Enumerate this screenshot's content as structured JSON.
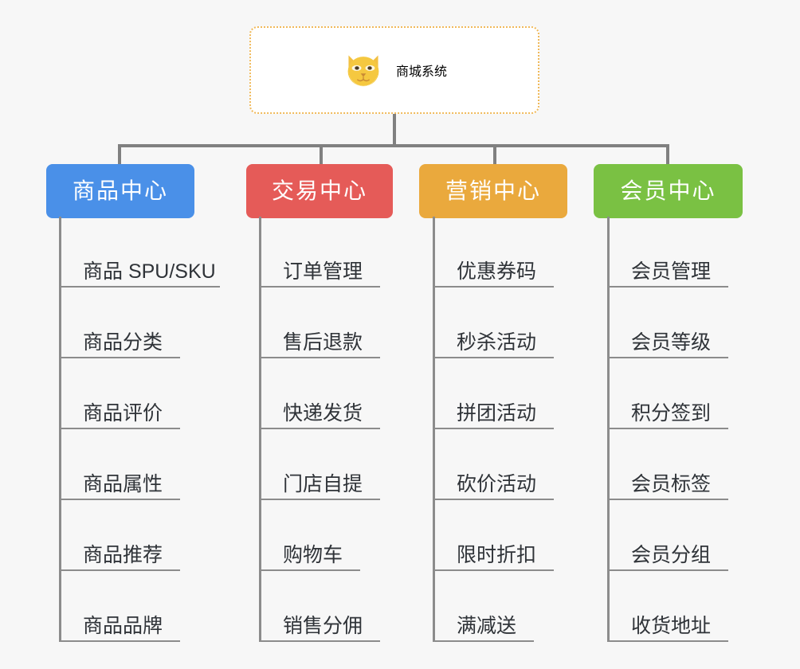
{
  "root": {
    "title": "商城系统",
    "icon": "shiba-dog-icon",
    "border_color": "#f0b95a",
    "text_color": "#f3b63f",
    "background": "#ffffff"
  },
  "canvas": {
    "background": "#f7f7f7",
    "connector_color": "#808080"
  },
  "branches": [
    {
      "label": "商品中心",
      "color": "#4a90e8",
      "leaves": [
        "商品 SPU/SKU",
        "商品分类",
        "商品评价",
        "商品属性",
        "商品推荐",
        "商品品牌"
      ]
    },
    {
      "label": "交易中心",
      "color": "#e55b58",
      "leaves": [
        "订单管理",
        "售后退款",
        "快递发货",
        "门店自提",
        "购物车",
        "销售分佣"
      ]
    },
    {
      "label": "营销中心",
      "color": "#eaa93d",
      "leaves": [
        "优惠券码",
        "秒杀活动",
        "拼团活动",
        "砍价活动",
        "限时折扣",
        "满减送"
      ]
    },
    {
      "label": "会员中心",
      "color": "#7ac143",
      "leaves": [
        "会员管理",
        "会员等级",
        "积分签到",
        "会员标签",
        "会员分组",
        "收货地址"
      ]
    }
  ]
}
